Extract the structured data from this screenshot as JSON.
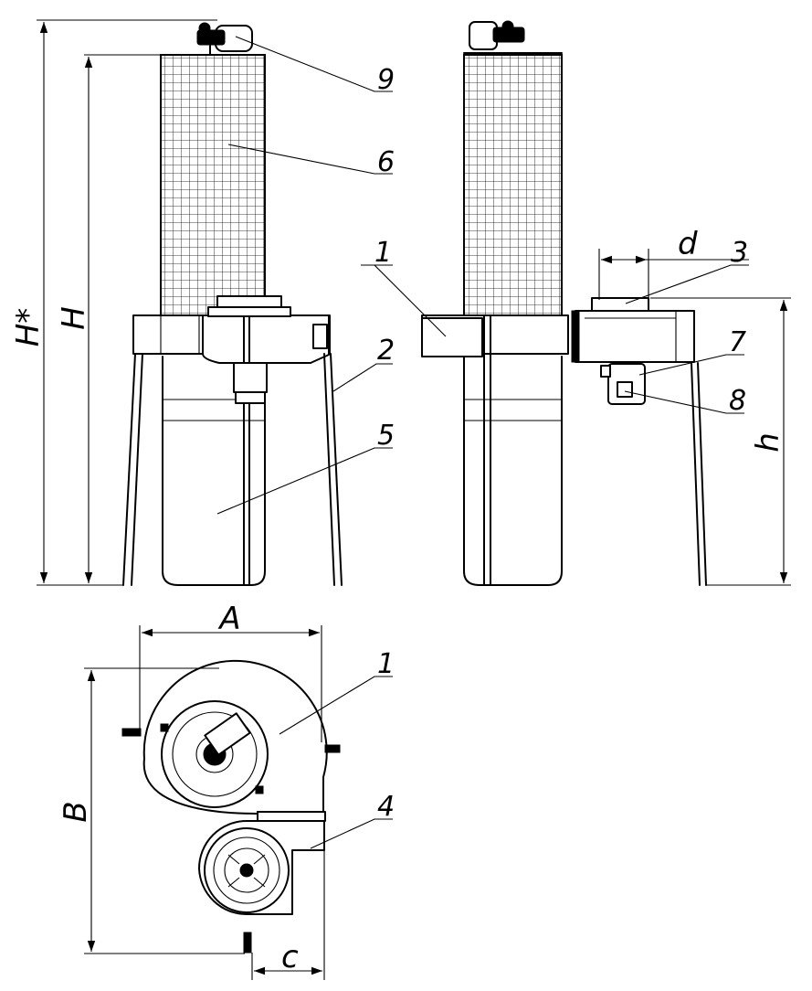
{
  "dimensions": {
    "H_star": "H*",
    "H": "H",
    "h": "h",
    "d": "d",
    "A": "A",
    "B": "B",
    "c": "c"
  },
  "callouts": {
    "c1_side": "1",
    "c1_top": "1",
    "c2": "2",
    "c3": "3",
    "c4": "4",
    "c5": "5",
    "c6": "6",
    "c7": "7",
    "c8": "8",
    "c9": "9"
  }
}
